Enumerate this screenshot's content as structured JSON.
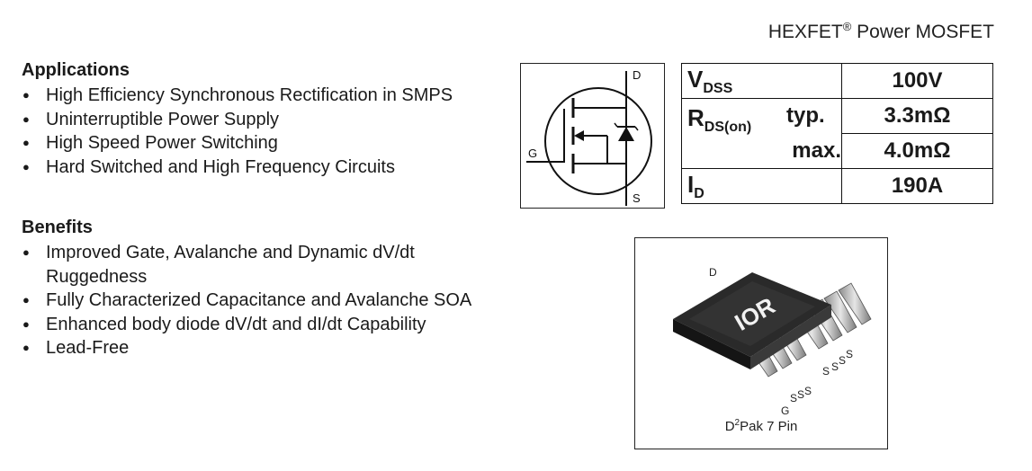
{
  "header": {
    "title_prefix": "HEXFET",
    "title_sup": "®",
    "title_suffix": " Power MOSFET"
  },
  "applications": {
    "heading": "Applications",
    "items": [
      "High Efficiency Synchronous Rectification in SMPS",
      "Uninterruptible Power Supply",
      "High Speed Power Switching",
      "Hard Switched and High Frequency Circuits"
    ]
  },
  "benefits": {
    "heading": "Benefits",
    "items": [
      "Improved  Gate, Avalanche and Dynamic  dV/dt Ruggedness",
      "Fully Characterized Capacitance and Avalanche SOA",
      "Enhanced body diode dV/dt and dI/dt Capability",
      "Lead-Free"
    ]
  },
  "symbol": {
    "d": "D",
    "g": "G",
    "s": "S"
  },
  "specs": {
    "vdss": {
      "main": "V",
      "sub": "DSS",
      "value": "100V"
    },
    "rds": {
      "main": "R",
      "sub": "DS(on)",
      "typ_label": "typ.",
      "typ_value": "3.3mΩ",
      "max_label": "max.",
      "max_value": "4.0mΩ"
    },
    "id": {
      "main": "I",
      "sub": "D",
      "value": "190A"
    }
  },
  "package": {
    "logo": "IOR",
    "pin_d": "D",
    "pin_g": "G",
    "pin_s": "S",
    "caption_pre": "D",
    "caption_sup": "2",
    "caption_post": "Pak 7 Pin"
  }
}
